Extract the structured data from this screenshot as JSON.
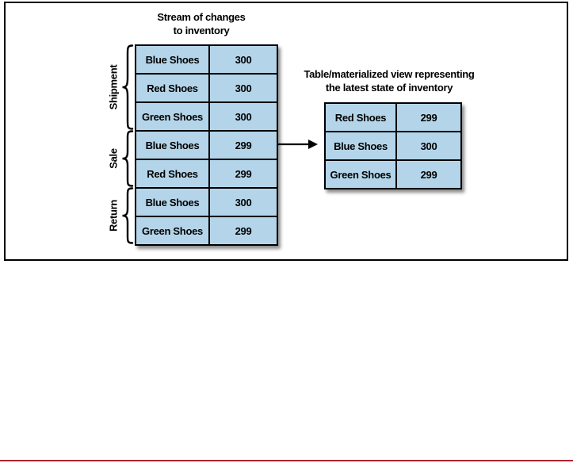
{
  "colors": {
    "cell_fill": "#b4d5e9",
    "border": "#000000",
    "accent_line": "#b32431"
  },
  "stream_table": {
    "title_line1": "Stream of changes",
    "title_line2": "to inventory",
    "groups": [
      {
        "label": "Shipment",
        "rows": 3
      },
      {
        "label": "Sale",
        "rows": 2
      },
      {
        "label": "Return",
        "rows": 2
      }
    ],
    "rows": [
      {
        "item": "Blue Shoes",
        "value": "300"
      },
      {
        "item": "Red Shoes",
        "value": "300"
      },
      {
        "item": "Green Shoes",
        "value": "300"
      },
      {
        "item": "Blue Shoes",
        "value": "299"
      },
      {
        "item": "Red Shoes",
        "value": "299"
      },
      {
        "item": "Blue Shoes",
        "value": "300"
      },
      {
        "item": "Green Shoes",
        "value": "299"
      }
    ]
  },
  "materialized_view": {
    "title_line1": "Table/materialized view representing",
    "title_line2": "the latest state of inventory",
    "rows": [
      {
        "item": "Red Shoes",
        "value": "299"
      },
      {
        "item": "Blue Shoes",
        "value": "300"
      },
      {
        "item": "Green Shoes",
        "value": "299"
      }
    ]
  }
}
